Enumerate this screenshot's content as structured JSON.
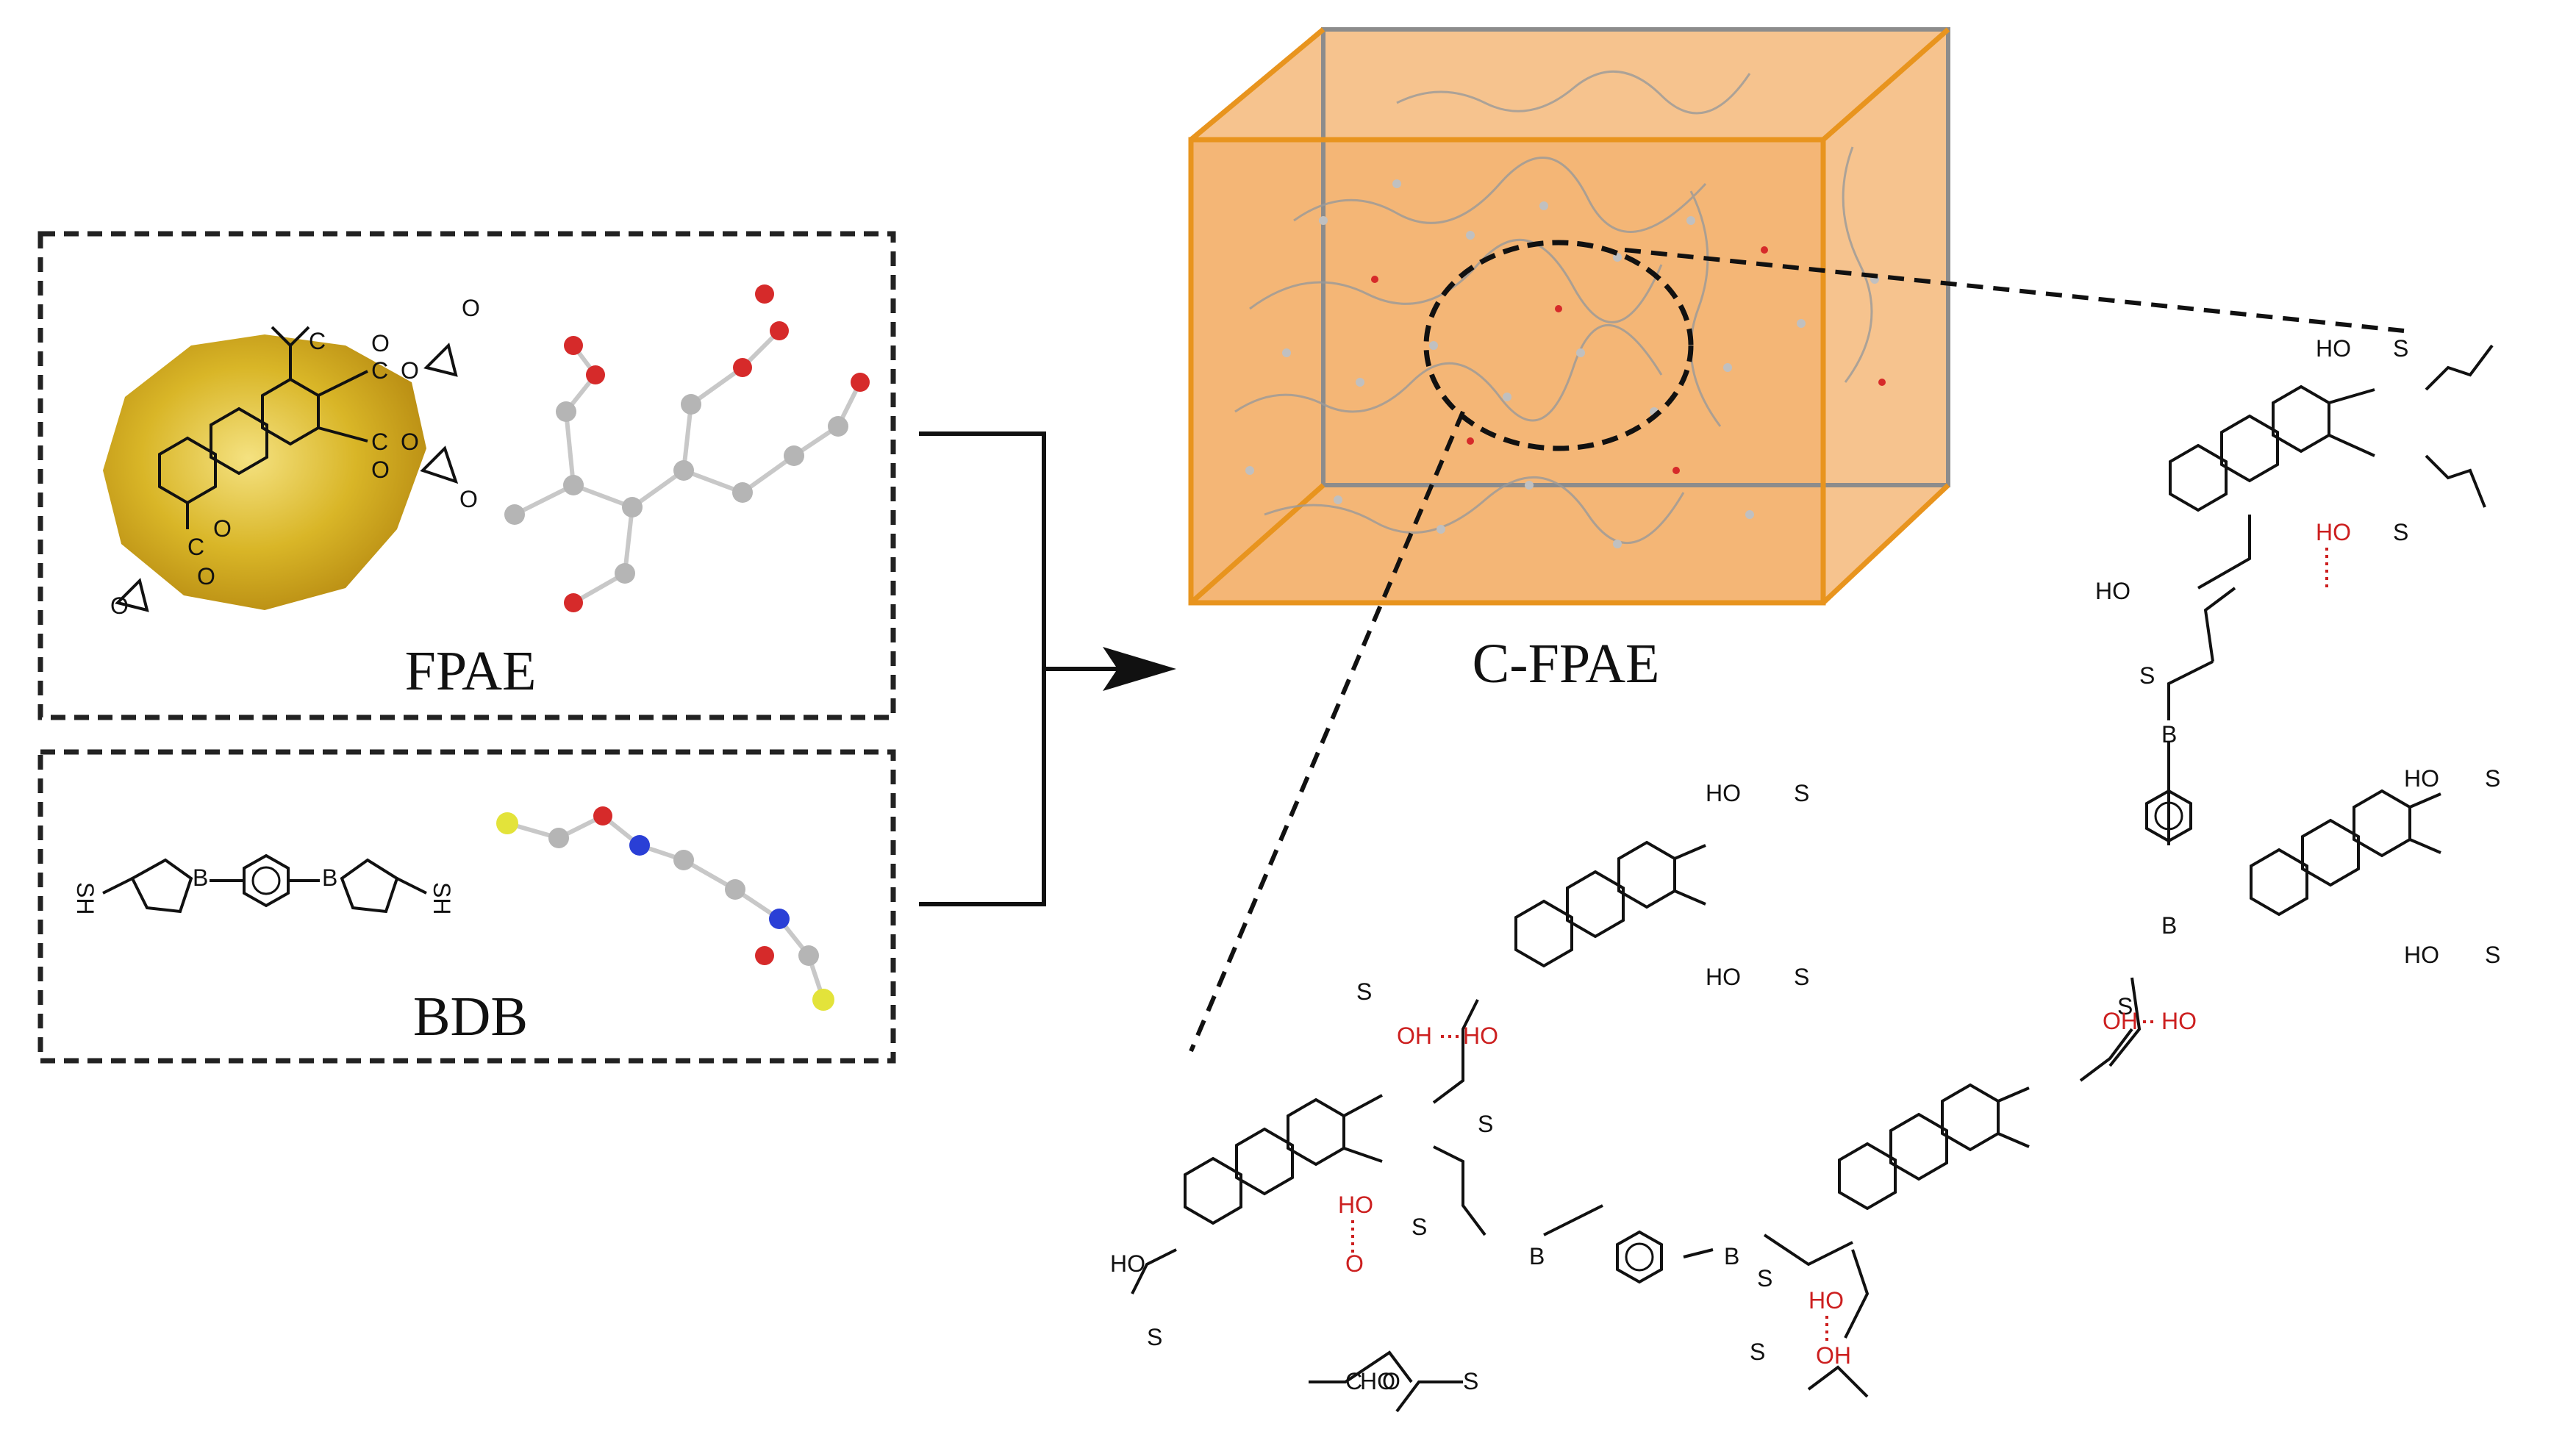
{
  "panels": {
    "monomer_label": "FPAE",
    "crosslinker_label": "BDB",
    "network_label": "C-FPAE"
  },
  "chem_labels": {
    "hydroxyl": "HO",
    "hydroxyl_alt": "OH",
    "thioether": "S",
    "boron": "B",
    "oxygen": "O",
    "carbon": "C",
    "thiol": "SH"
  },
  "colors": {
    "box_fill": "#f5b97a",
    "box_edge_front": "#e8941e",
    "box_edge_back": "#8c8c8c",
    "crystal": "#d7b21c",
    "atom_carbon": "#b5b5b5",
    "atom_oxygen": "#d62a2a",
    "atom_sulfur": "#e3e33a",
    "atom_nitrogen": "#2a3fd6",
    "hbond": "#cc1f1f"
  },
  "icons": {
    "arrow": "right-arrow-icon",
    "crystal": "resin-crystal-icon",
    "ball_and_stick": "ball-and-stick-model-icon"
  }
}
